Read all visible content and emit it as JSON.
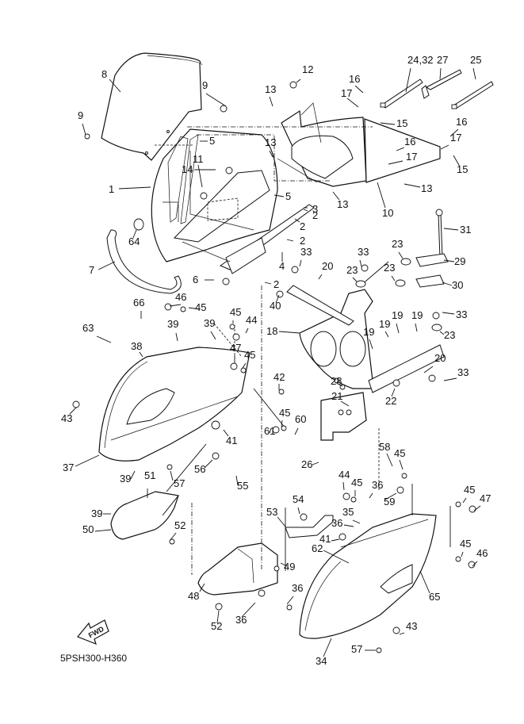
{
  "diagram": {
    "title_code": "5PSH300-H360",
    "fwd_label": "FWD",
    "parts": [
      {
        "id": "p1",
        "label": "1"
      },
      {
        "id": "p2a",
        "label": "2"
      },
      {
        "id": "p2b",
        "label": "2"
      },
      {
        "id": "p2c",
        "label": "2"
      },
      {
        "id": "p2d",
        "label": "2"
      },
      {
        "id": "p3",
        "label": "3"
      },
      {
        "id": "p4",
        "label": "4"
      },
      {
        "id": "p5a",
        "label": "5"
      },
      {
        "id": "p5b",
        "label": "5"
      },
      {
        "id": "p6",
        "label": "6"
      },
      {
        "id": "p7",
        "label": "7"
      },
      {
        "id": "p8",
        "label": "8"
      },
      {
        "id": "p9a",
        "label": "9"
      },
      {
        "id": "p9b",
        "label": "9"
      },
      {
        "id": "p10",
        "label": "10"
      },
      {
        "id": "p11",
        "label": "11"
      },
      {
        "id": "p12",
        "label": "12"
      },
      {
        "id": "p13a",
        "label": "13"
      },
      {
        "id": "p13b",
        "label": "13"
      },
      {
        "id": "p13c",
        "label": "13"
      },
      {
        "id": "p13d",
        "label": "13"
      },
      {
        "id": "p14",
        "label": "14"
      },
      {
        "id": "p15a",
        "label": "15"
      },
      {
        "id": "p15b",
        "label": "15"
      },
      {
        "id": "p16a",
        "label": "16"
      },
      {
        "id": "p16b",
        "label": "16"
      },
      {
        "id": "p16c",
        "label": "16"
      },
      {
        "id": "p17a",
        "label": "17"
      },
      {
        "id": "p17b",
        "label": "17"
      },
      {
        "id": "p17c",
        "label": "17"
      },
      {
        "id": "p18",
        "label": "18"
      },
      {
        "id": "p19a",
        "label": "19"
      },
      {
        "id": "p19b",
        "label": "19"
      },
      {
        "id": "p19c",
        "label": "19"
      },
      {
        "id": "p19d",
        "label": "19"
      },
      {
        "id": "p20a",
        "label": "20"
      },
      {
        "id": "p20b",
        "label": "20"
      },
      {
        "id": "p21",
        "label": "21"
      },
      {
        "id": "p22",
        "label": "22"
      },
      {
        "id": "p23a",
        "label": "23"
      },
      {
        "id": "p23b",
        "label": "23"
      },
      {
        "id": "p23c",
        "label": "23"
      },
      {
        "id": "p23d",
        "label": "23"
      },
      {
        "id": "p2432",
        "label": "24,32"
      },
      {
        "id": "p25",
        "label": "25"
      },
      {
        "id": "p26",
        "label": "26"
      },
      {
        "id": "p27",
        "label": "27"
      },
      {
        "id": "p28",
        "label": "28"
      },
      {
        "id": "p29",
        "label": "29"
      },
      {
        "id": "p30",
        "label": "30"
      },
      {
        "id": "p31",
        "label": "31"
      },
      {
        "id": "p33a",
        "label": "33"
      },
      {
        "id": "p33b",
        "label": "33"
      },
      {
        "id": "p33c",
        "label": "33"
      },
      {
        "id": "p33d",
        "label": "33"
      },
      {
        "id": "p34",
        "label": "34"
      },
      {
        "id": "p35",
        "label": "35"
      },
      {
        "id": "p36a",
        "label": "36"
      },
      {
        "id": "p36b",
        "label": "36"
      },
      {
        "id": "p36c",
        "label": "36"
      },
      {
        "id": "p36d",
        "label": "36"
      },
      {
        "id": "p37",
        "label": "37"
      },
      {
        "id": "p38",
        "label": "38"
      },
      {
        "id": "p39a",
        "label": "39"
      },
      {
        "id": "p39b",
        "label": "39"
      },
      {
        "id": "p39c",
        "label": "39"
      },
      {
        "id": "p39d",
        "label": "39"
      },
      {
        "id": "p40",
        "label": "40"
      },
      {
        "id": "p41a",
        "label": "41"
      },
      {
        "id": "p41b",
        "label": "41"
      },
      {
        "id": "p42",
        "label": "42"
      },
      {
        "id": "p43a",
        "label": "43"
      },
      {
        "id": "p43b",
        "label": "43"
      },
      {
        "id": "p44a",
        "label": "44"
      },
      {
        "id": "p44b",
        "label": "44"
      },
      {
        "id": "p45a",
        "label": "45"
      },
      {
        "id": "p45b",
        "label": "45"
      },
      {
        "id": "p45c",
        "label": "45"
      },
      {
        "id": "p45d",
        "label": "45"
      },
      {
        "id": "p45e",
        "label": "45"
      },
      {
        "id": "p45f",
        "label": "45"
      },
      {
        "id": "p45g",
        "label": "45"
      },
      {
        "id": "p45h",
        "label": "45"
      },
      {
        "id": "p46a",
        "label": "46"
      },
      {
        "id": "p46b",
        "label": "46"
      },
      {
        "id": "p47a",
        "label": "47"
      },
      {
        "id": "p47b",
        "label": "47"
      },
      {
        "id": "p48",
        "label": "48"
      },
      {
        "id": "p49",
        "label": "49"
      },
      {
        "id": "p50",
        "label": "50"
      },
      {
        "id": "p51",
        "label": "51"
      },
      {
        "id": "p52a",
        "label": "52"
      },
      {
        "id": "p52b",
        "label": "52"
      },
      {
        "id": "p53",
        "label": "53"
      },
      {
        "id": "p54",
        "label": "54"
      },
      {
        "id": "p55",
        "label": "55"
      },
      {
        "id": "p56",
        "label": "56"
      },
      {
        "id": "p57a",
        "label": "57"
      },
      {
        "id": "p57b",
        "label": "57"
      },
      {
        "id": "p58",
        "label": "58"
      },
      {
        "id": "p59",
        "label": "59"
      },
      {
        "id": "p60",
        "label": "60"
      },
      {
        "id": "p61",
        "label": "61"
      },
      {
        "id": "p62",
        "label": "62"
      },
      {
        "id": "p63",
        "label": "63"
      },
      {
        "id": "p64",
        "label": "64"
      },
      {
        "id": "p65",
        "label": "65"
      },
      {
        "id": "p66",
        "label": "66"
      }
    ]
  }
}
